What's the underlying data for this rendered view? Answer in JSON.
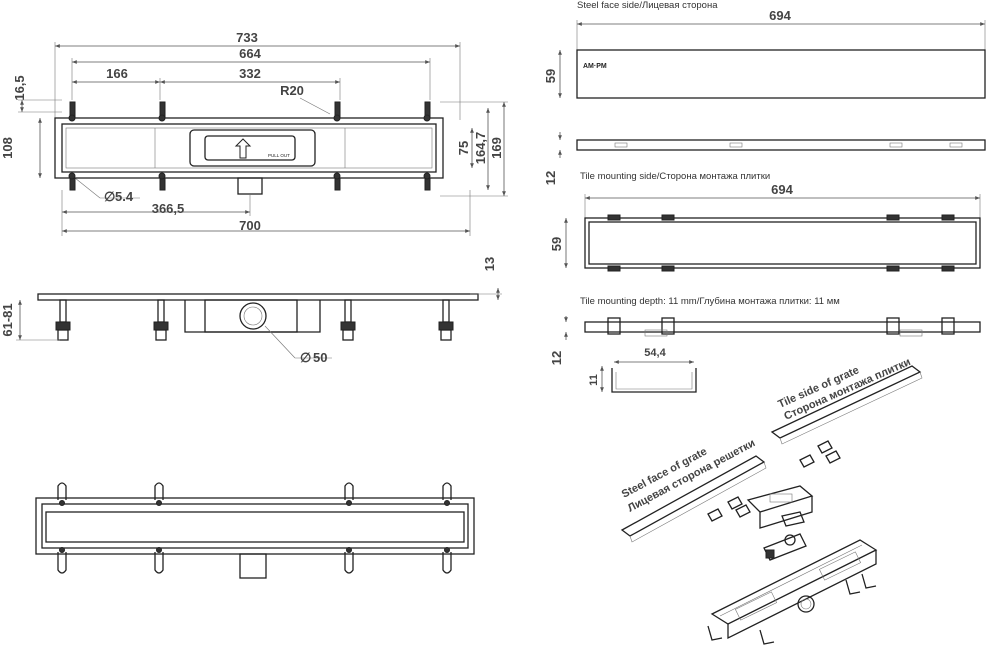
{
  "top_view": {
    "dims": {
      "overall_length": "733",
      "channel_length": "664",
      "half_length": "332",
      "quarter_length": "166",
      "radius": "R20",
      "bracket_offset": "16,5",
      "height_108": "108",
      "height_75": "75",
      "height_164": "164,7",
      "height_169": "169",
      "hole_diameter": "5.4",
      "center_offset": "366,5",
      "grate_length": "700"
    },
    "outlet_label": "PULL OUT"
  },
  "side_view": {
    "dims": {
      "leg_height": "61-81",
      "top_thickness": "13",
      "outlet_diameter": "50"
    }
  },
  "steel_face": {
    "caption": "Steel face side/Лицевая сторона",
    "length": "694",
    "height": "59",
    "thickness": "12",
    "logo": "AM·PM"
  },
  "tile_side": {
    "caption": "Tile mounting side/Сторона монтажа плитки",
    "length": "694",
    "height": "59",
    "thickness": "12"
  },
  "tile_depth": {
    "caption": "Tile mounting depth: 11 mm/Глубина монтажа плитки: 11 мм",
    "width": "54,4",
    "depth": "11"
  },
  "exploded": {
    "label_tile_en": "Tile side of grate",
    "label_tile_ru": "Сторона монтажа плитки",
    "label_steel_en": "Steel face of grate",
    "label_steel_ru": "Лицевая сторона решетки"
  }
}
